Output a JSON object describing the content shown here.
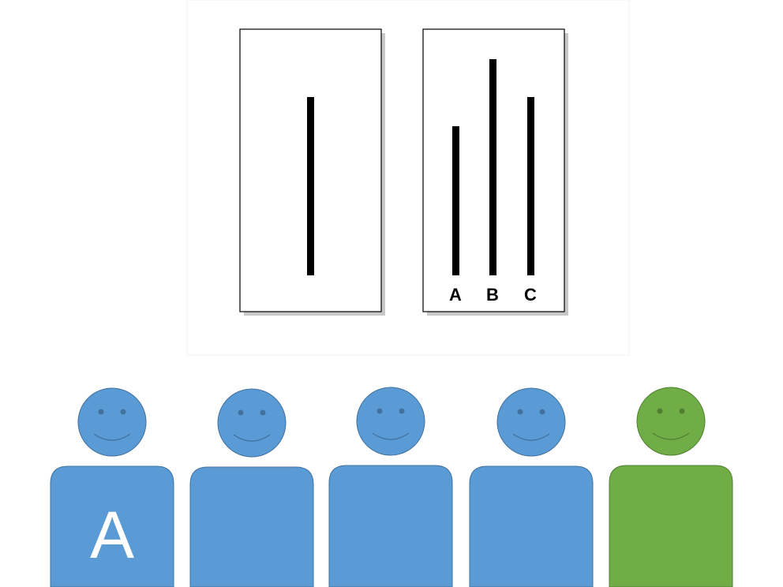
{
  "figure": {
    "reference_card": {
      "line_length": 226
    },
    "comparison_card": {
      "lines": [
        {
          "label": "A",
          "length": 189
        },
        {
          "label": "B",
          "length": 274
        },
        {
          "label": "C",
          "length": 226
        }
      ]
    },
    "people": [
      {
        "letter": "A",
        "color": "#5b9bd5",
        "stroke": "#41719c"
      },
      {
        "letter": "",
        "color": "#5b9bd5",
        "stroke": "#41719c"
      },
      {
        "letter": "",
        "color": "#5b9bd5",
        "stroke": "#41719c"
      },
      {
        "letter": "",
        "color": "#5b9bd5",
        "stroke": "#41719c"
      },
      {
        "letter": "",
        "color": "#70ad47",
        "stroke": "#507e32"
      }
    ],
    "colors": {
      "line": "#000000",
      "card_fill": "#ffffff",
      "card_shadow": "#c8c8c8",
      "letter": "#ffffff"
    }
  }
}
